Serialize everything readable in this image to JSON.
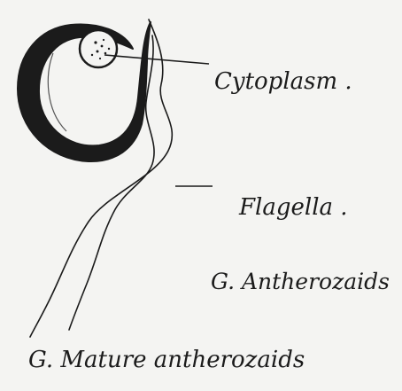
{
  "diagram": {
    "labels": {
      "cytoplasm": "Cytoplasm .",
      "flagella": "Flagella .",
      "figure_g": "G. Antherozaids",
      "caption_g": "G. Mature antherozaids"
    },
    "colors": {
      "ink": "#1b1b1b",
      "paper": "#f4f4f2"
    }
  }
}
